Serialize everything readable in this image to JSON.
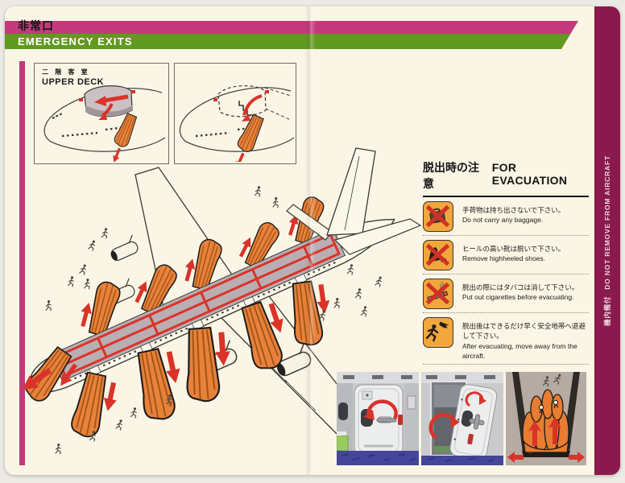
{
  "colors": {
    "magenta": "#c23a7c",
    "green": "#619a20",
    "maroon": "#8a1a4d",
    "cream": "#faf5e5",
    "amber": "#f1a73c",
    "red": "#d9332a",
    "orange": "#e8813a",
    "slide_stripe": "#a05316",
    "floor_gray": "#b9aeb2",
    "ink": "#1c1c1c"
  },
  "header": {
    "title_jp": "非常口",
    "title_en": "EMERGENCY EXITS"
  },
  "upper_deck": {
    "label_jp": "二 階 客 室",
    "label_en": "UPPER DECK",
    "panel_icons": [
      "upper-deck-exit-diagram",
      "upper-deck-escape-route-diagram"
    ]
  },
  "evacuation": {
    "heading_jp": "脱出時の注意",
    "heading_en": "FOR EVACUATION",
    "items": [
      {
        "icon": "no-baggage-icon",
        "jp": "手荷物は持ち出さないで下さい。",
        "en": "Do not carry any baggage."
      },
      {
        "icon": "no-highheels-icon",
        "jp": "ヒールの高い靴は脱いで下さい。",
        "en": "Remove highheeled shoes."
      },
      {
        "icon": "no-smoking-icon",
        "jp": "脱出の際にはタバコは消して下さい。",
        "en": "Put out cigarettes before evacuating."
      },
      {
        "icon": "move-away-icon",
        "jp": "脱出後はできるだけ早く安全地帯へ退避して下さい。",
        "en": "After evacuating, move away from the aircraft."
      }
    ]
  },
  "spine": {
    "label_jp": "機内備付",
    "label_en": "DO NOT REMOVE FROM AIRCRAFT"
  },
  "illustrations": {
    "main_icon": "747-evacuation-slides-overview",
    "door_panel_icons": [
      "door-handle-operation-photo",
      "door-opened-photo",
      "slide-descent-illustration"
    ]
  }
}
